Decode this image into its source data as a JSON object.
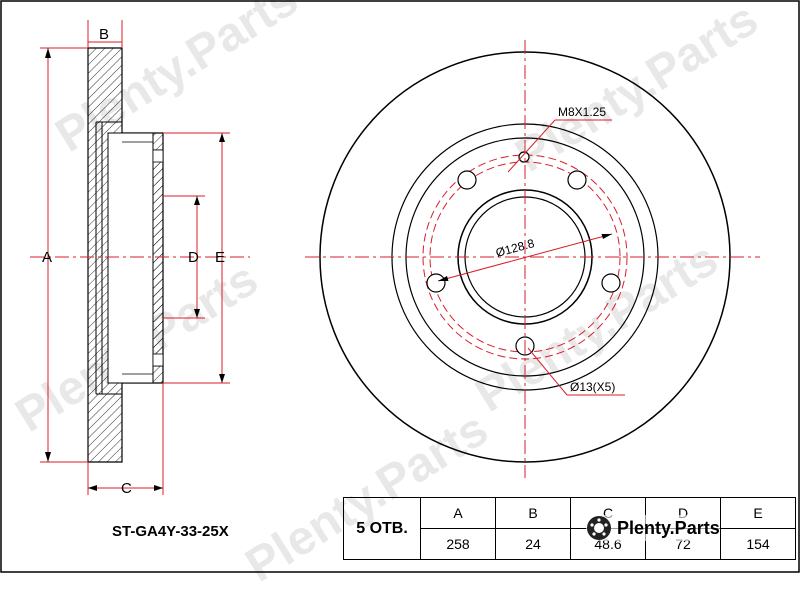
{
  "drawing": {
    "labels": {
      "a": "A",
      "b": "B",
      "c": "C",
      "d": "D",
      "e": "E",
      "thread": "M8X1.25",
      "pcd": "Ø128.8",
      "hole": "Ø13(X5)"
    }
  },
  "part_number": "ST-GA4Y-33-25X",
  "specs": {
    "holes": "5 ОТВ.",
    "headers": [
      "A",
      "B",
      "C",
      "D",
      "E"
    ],
    "values": [
      "258",
      "24",
      "48.6",
      "72",
      "154"
    ]
  },
  "watermark": {
    "text": "Plenty.Parts"
  },
  "colors": {
    "centerline": "#d81e2a",
    "line": "#000000",
    "watermark": "#9a9a9a"
  }
}
